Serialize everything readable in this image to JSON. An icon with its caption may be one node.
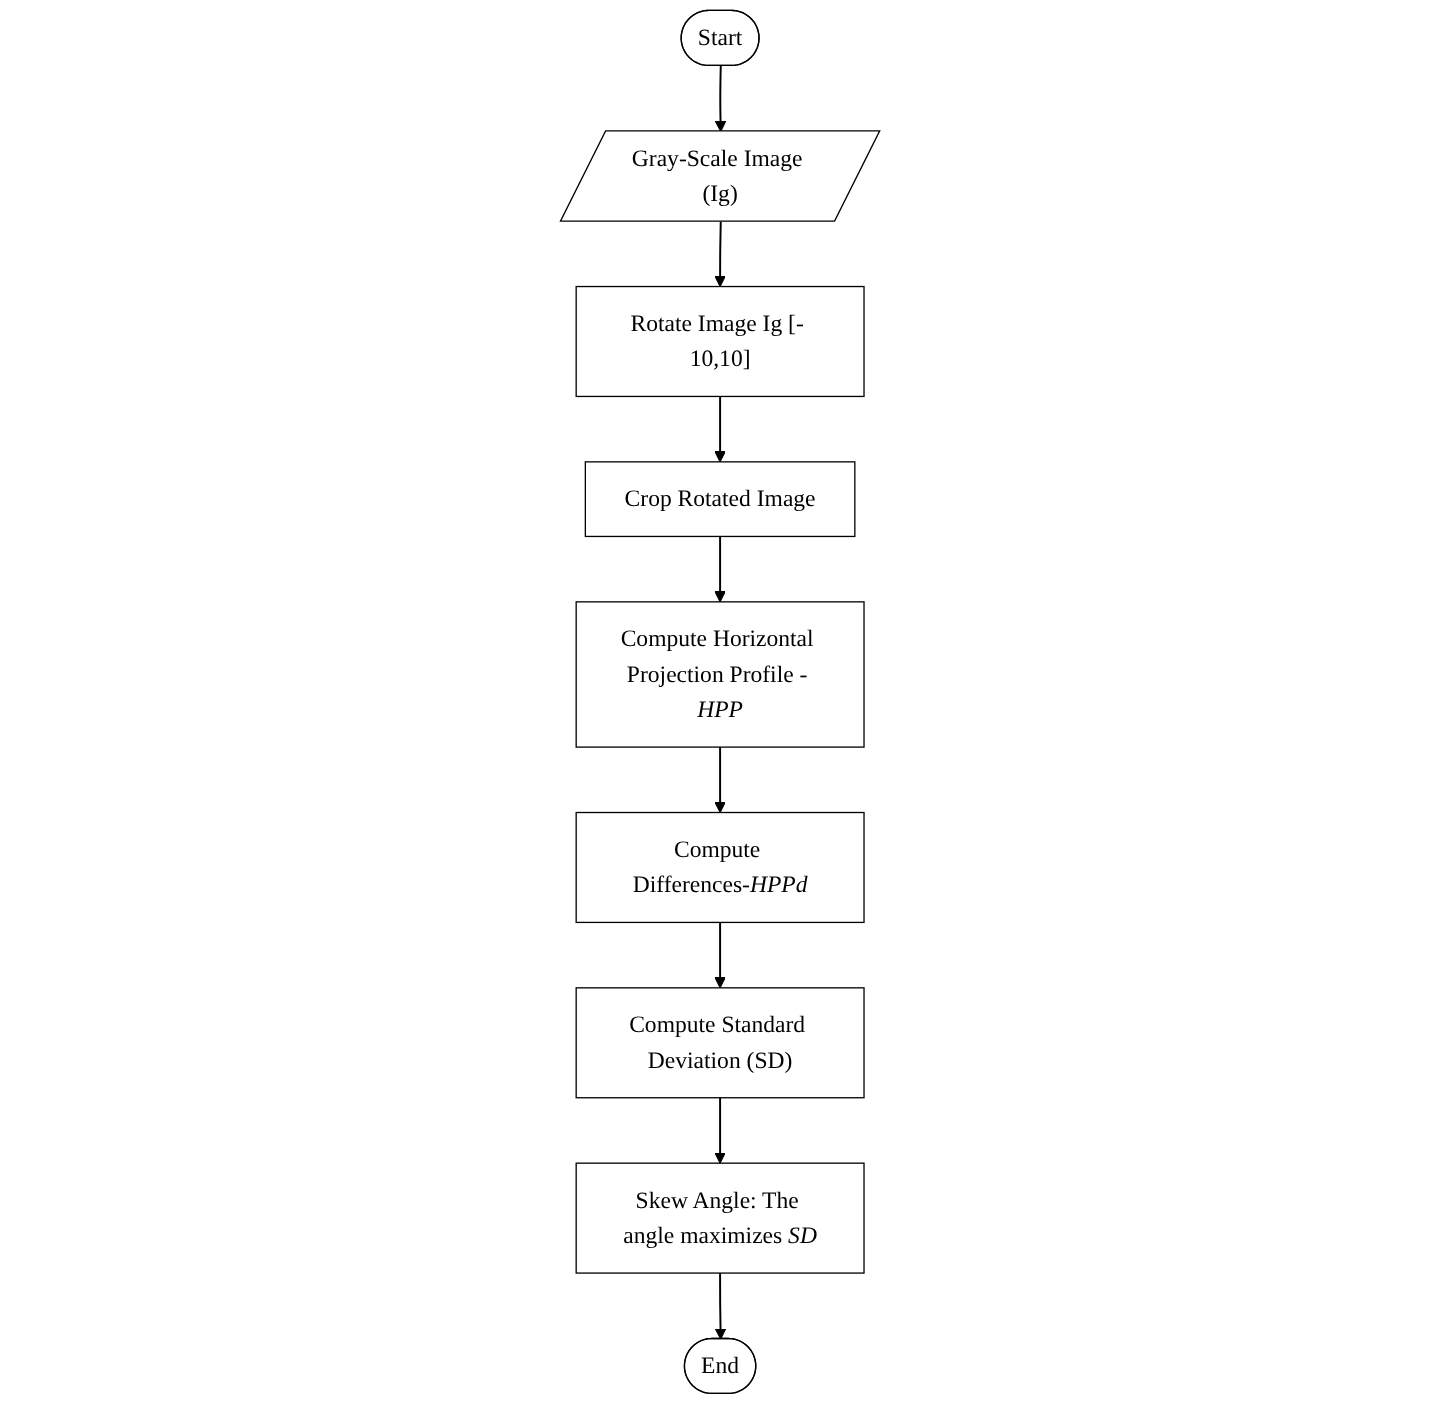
{
  "diagram": {
    "nodes": [
      {
        "text": [
          "Start"
        ]
      },
      {
        "text": [
          "Gray-Scale Image (Ig)"
        ]
      },
      {
        "text": [
          "Rotate Image Ig [- 10,10]"
        ]
      },
      {
        "text": [
          "Crop Rotated Image"
        ]
      },
      {
        "text": [
          "Compute Horizontal Projection Profile - *HPP*"
        ]
      },
      {
        "text": [
          "Compute Differences-*HPPd*"
        ]
      },
      {
        "text": [
          "Compute Standard Deviation (SD)"
        ]
      },
      {
        "text": [
          "Skew Angle: The angle maximizes *SD*"
        ]
      },
      {
        "text": [
          "End"
        ]
      }
    ],
    "edges": [
      {
        "from": 0,
        "to": 1,
        "arrow": "to"
      },
      {
        "from": 1,
        "to": 2,
        "arrow": "to"
      },
      {
        "from": 2,
        "to": 3,
        "arrow": "to"
      },
      {
        "from": 3,
        "to": 4,
        "arrow": "to"
      },
      {
        "from": 4,
        "to": 5,
        "arrow": "to"
      },
      {
        "from": 5,
        "to": 6,
        "arrow": "to"
      },
      {
        "from": 6,
        "to": 7,
        "arrow": "to"
      },
      {
        "from": 7,
        "to": 8,
        "arrow": "to"
      }
    ]
  }
}
